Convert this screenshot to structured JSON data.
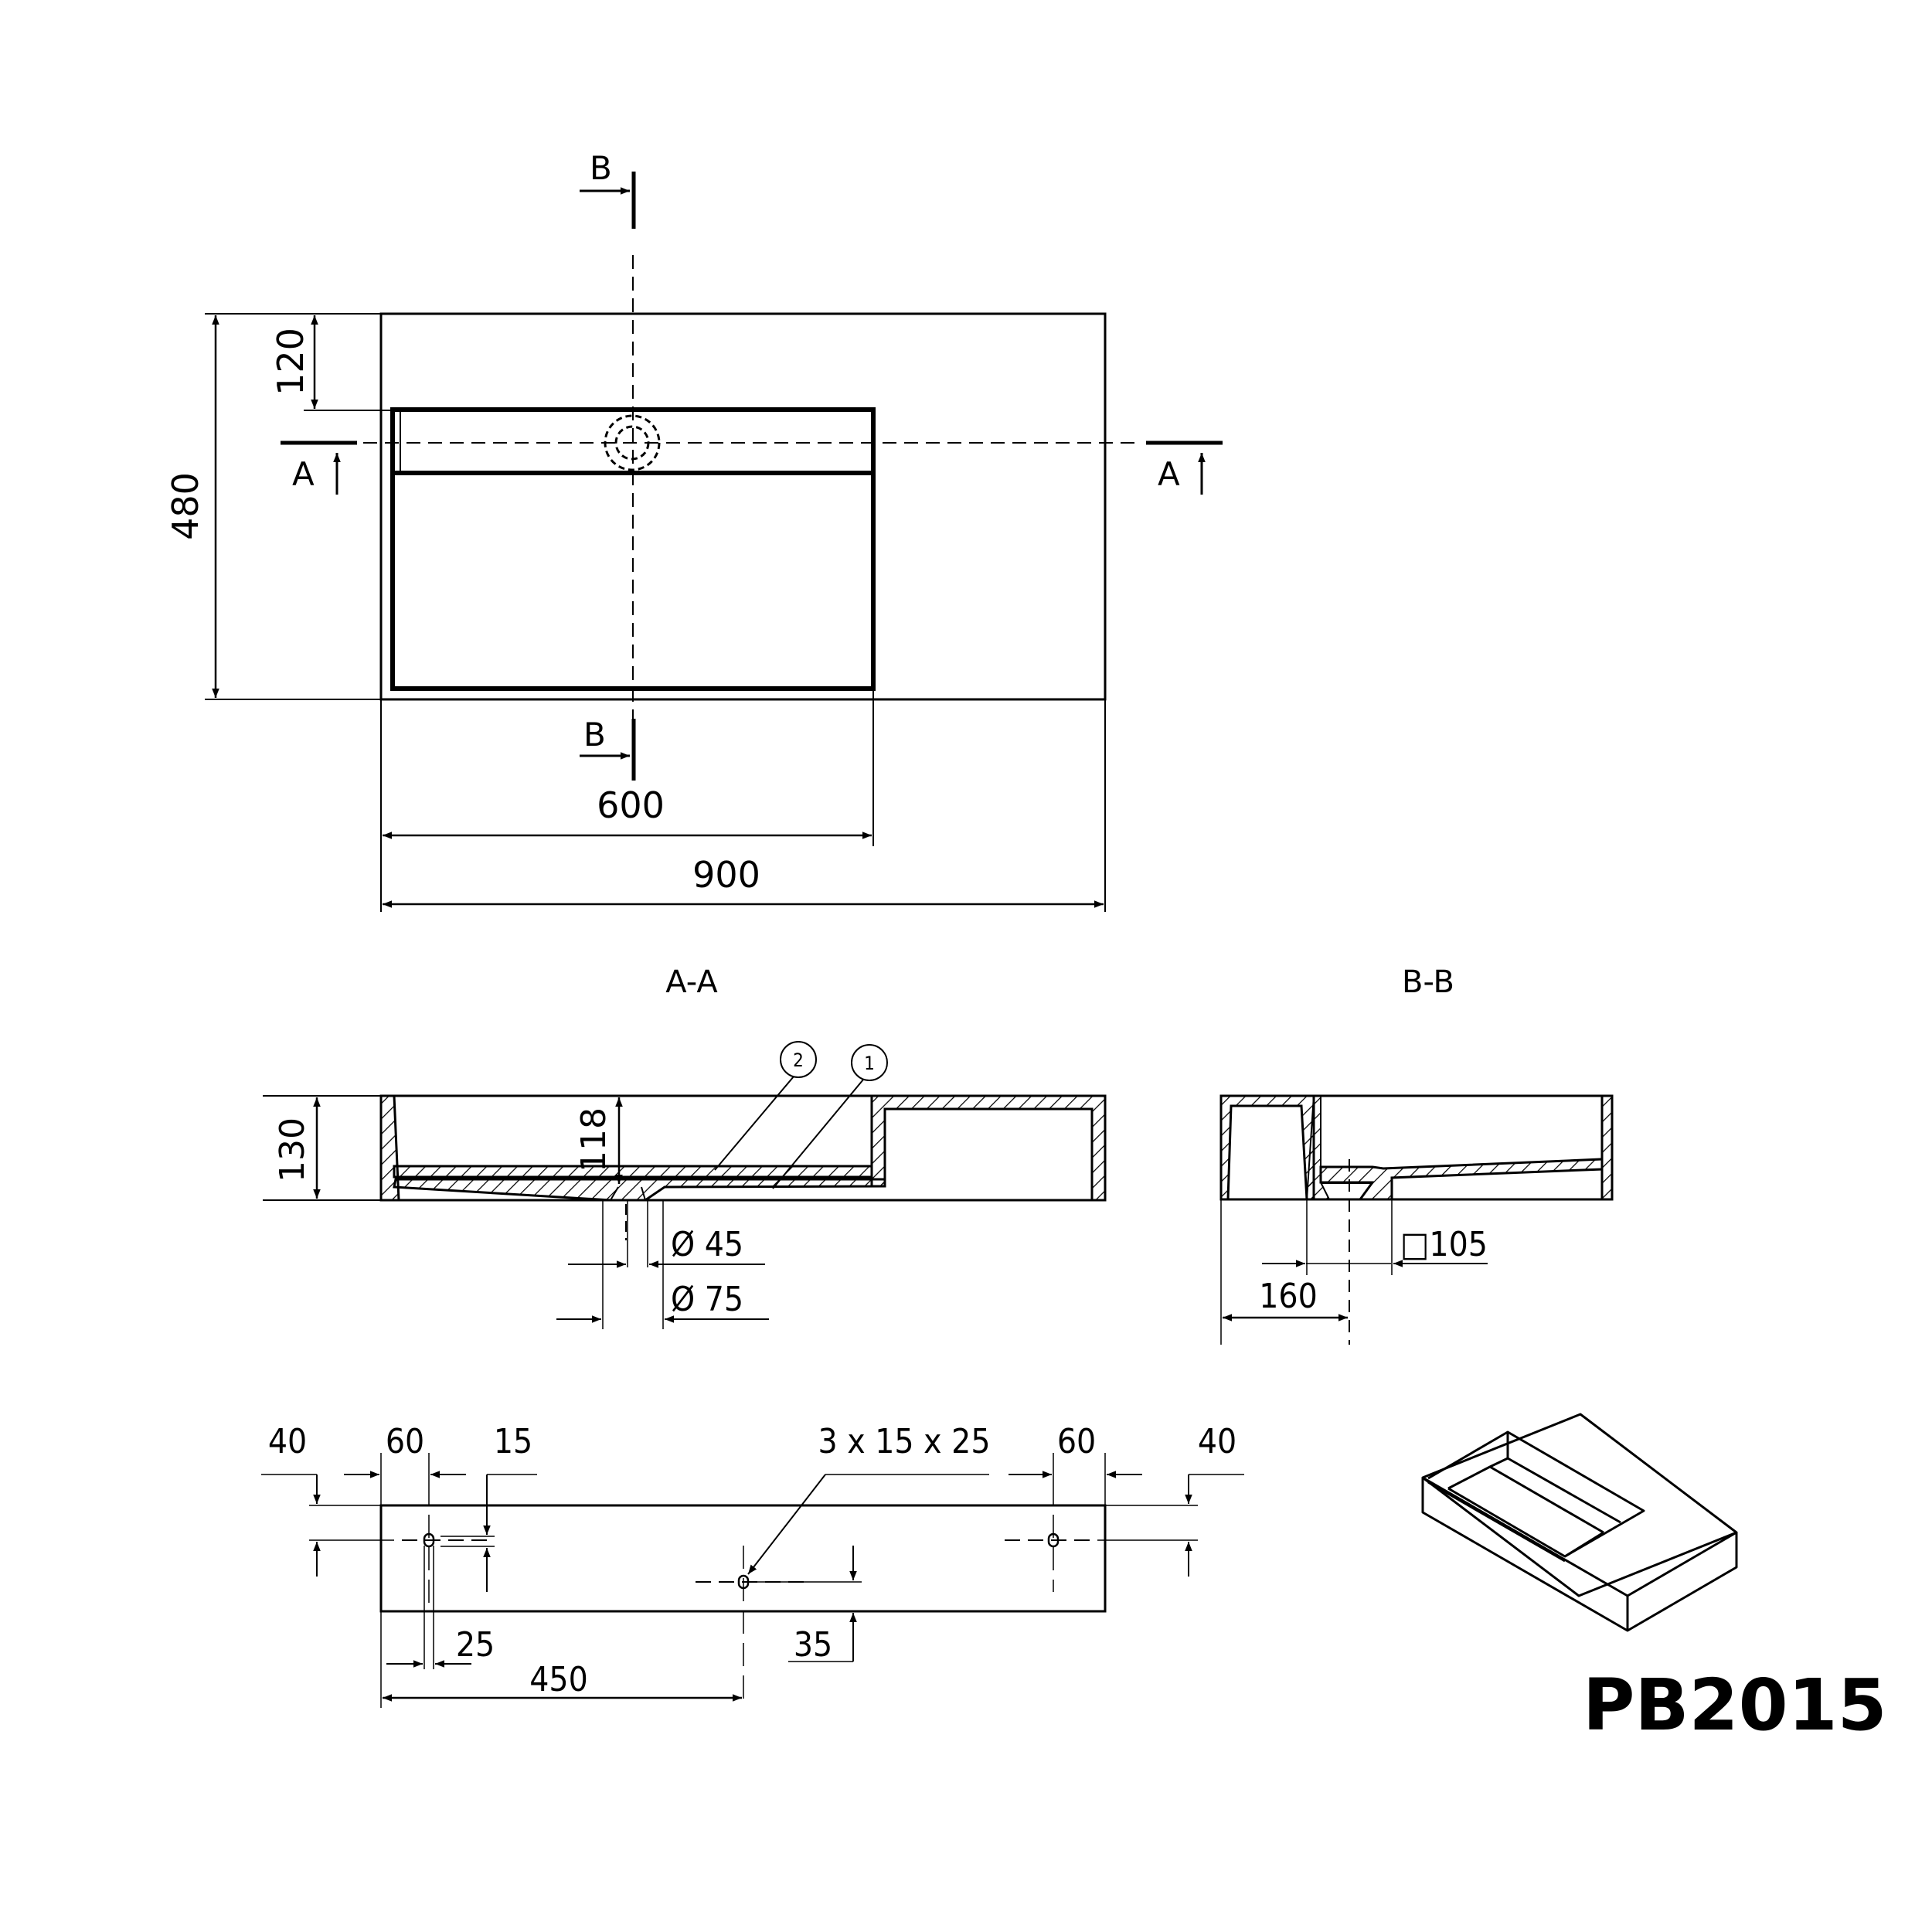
{
  "drawing": {
    "model": "PB2015",
    "colors": {
      "line": "#000000",
      "background": "#ffffff"
    }
  },
  "top_view": {
    "section_marks": {
      "a": "A",
      "b": "B"
    },
    "dims": {
      "depth": "480",
      "bowl_offset": "120",
      "bowl_width": "600",
      "total_width": "900"
    }
  },
  "section_aa": {
    "title": "A-A",
    "dims": {
      "height": "130",
      "bowl_depth": "118",
      "drain_inner": "Ø 45",
      "drain_outer": "Ø 75"
    },
    "callouts": [
      "2",
      "1"
    ]
  },
  "section_bb": {
    "title": "B-B",
    "dims": {
      "drain_square": "□105",
      "drain_offset": "160"
    }
  },
  "rear_view": {
    "dims": {
      "left_top": "40",
      "left_hole": "60",
      "slot_height": "15",
      "mount_holes": "3 x 15 x 25",
      "right_hole": "60",
      "right_top": "40",
      "slot_width": "25",
      "center_distance": "450",
      "center_hole_height": "35"
    }
  }
}
